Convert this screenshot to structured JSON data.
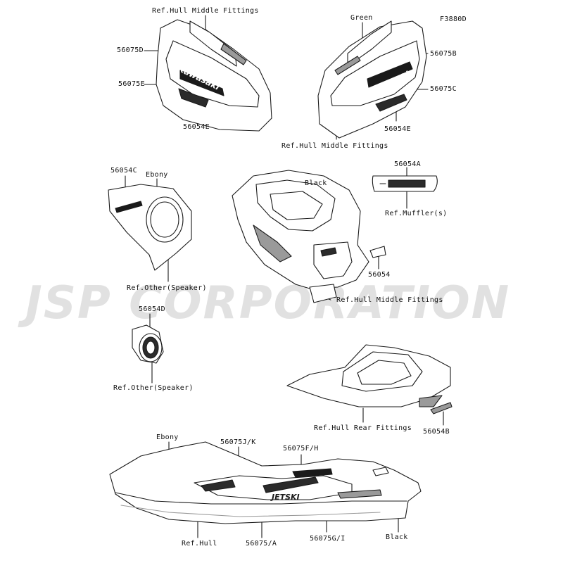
{
  "diagram": {
    "figure_code": "F3880D",
    "watermark": "JSP CORPORATION",
    "colors": {
      "line": "#1a1a1a",
      "fill": "#ffffff",
      "shade": "#9a9a9a",
      "dark": "#2b2b2b",
      "watermark": "#e1e1e1"
    },
    "labels": {
      "ref_hull_middle_fittings_top": "Ref.Hull Middle Fittings",
      "green": "Green",
      "p56075D": "56075D",
      "p56075B": "56075B",
      "p56075E": "56075E",
      "p56075C": "56075C",
      "p56054E_left": "56054E",
      "p56054E_right": "56054E",
      "ref_hull_middle_fittings_mid": "Ref.Hull Middle Fittings",
      "p56054C": "56054C",
      "ebony_speaker": "Ebony",
      "black_center": "Black",
      "p56054A": "56054A",
      "ref_muffler": "Ref.Muffler(s)",
      "p56054": "56054",
      "ref_other_speaker_1": "Ref.Other(Speaker)",
      "ref_hull_middle_fittings_center": "Ref.Hull Middle Fittings",
      "p56054D": "56054D",
      "ref_other_speaker_2": "Ref.Other(Speaker)",
      "ref_hull_rear_fittings": "Ref.Hull Rear Fittings",
      "p56054B": "56054B",
      "ebony_hull": "Ebony",
      "p56075JK": "56075J/K",
      "p56075FH": "56075F/H",
      "ref_hull": "Ref.Hull",
      "p56075A": "56075/A",
      "p56075GI": "56075G/I",
      "black_hull": "Black"
    },
    "decal_text": {
      "kawasaki": "Kawasaki",
      "jetski": "JETSKI"
    }
  }
}
